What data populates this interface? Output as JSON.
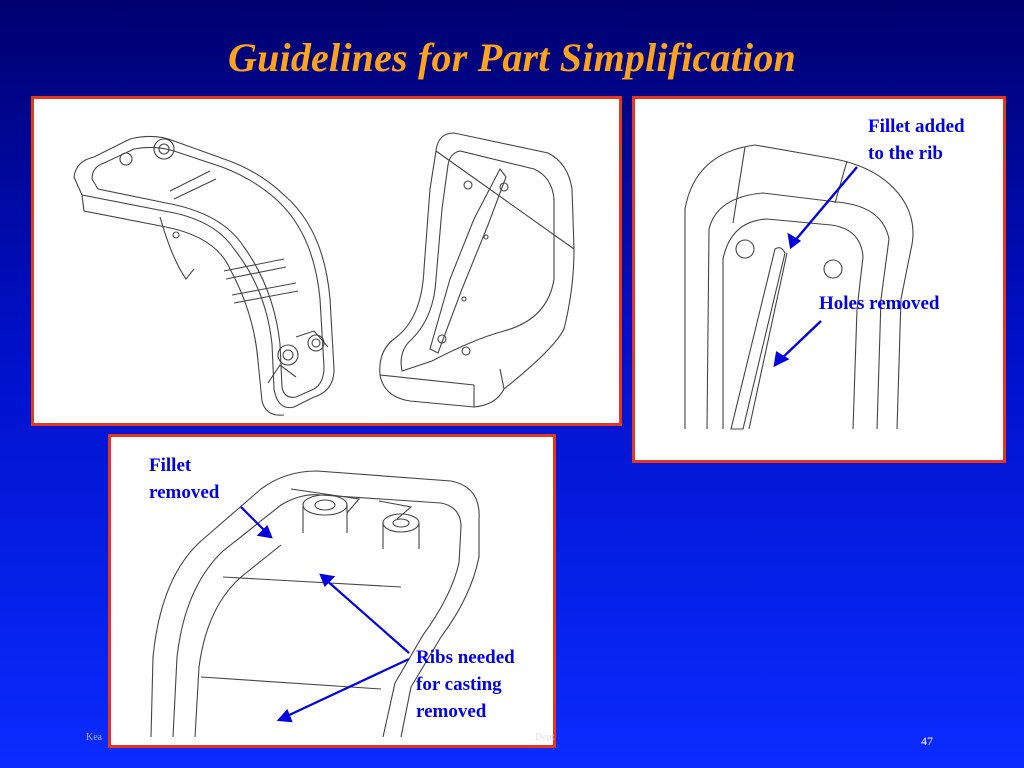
{
  "slide": {
    "title": "Guidelines for Part Simplification",
    "page_number": "47",
    "footer_left": "Kea",
    "footer_right": ". Dept"
  },
  "annotations": {
    "fillet_added": "Fillet added\nto the rib",
    "holes_removed": "Holes removed",
    "fillet_removed": "Fillet\nremoved",
    "ribs_removed": "Ribs needed\nfor casting\nremoved"
  },
  "colors": {
    "title": "#ffa21e",
    "panel_border": "#e8351f",
    "annotation": "#0000e0",
    "background_top": "#00006e",
    "background_bottom": "#0a2cff"
  }
}
